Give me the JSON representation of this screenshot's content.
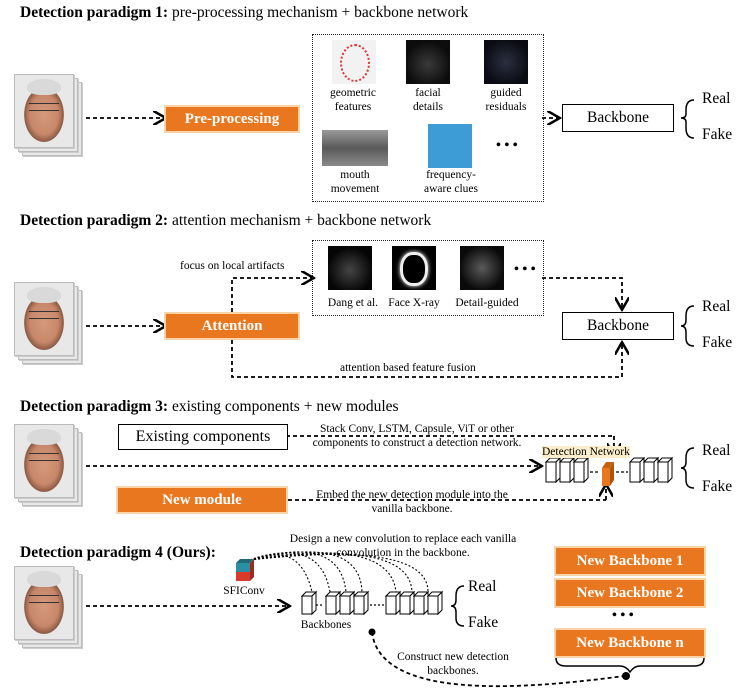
{
  "p1": {
    "title_bold": "Detection paradigm 1:",
    "title_rest": " pre-processing mechanism + backbone network",
    "preproc": "Pre-processing",
    "feat": {
      "geometric": [
        "geometric",
        "features"
      ],
      "facial": [
        "facial",
        "details"
      ],
      "guided": [
        "guided",
        "residuals"
      ],
      "mouth": [
        "mouth",
        "movement"
      ],
      "freq": [
        "frequency-",
        "aware clues"
      ],
      "more": "• • •"
    },
    "backbone": "Backbone",
    "real": "Real",
    "fake": "Fake"
  },
  "p2": {
    "title_bold": "Detection paradigm 2:",
    "title_rest": " attention mechanism + backbone network",
    "attention": "Attention",
    "focus": "focus on local artifacts",
    "dang": "Dang et al.",
    "xray": "Face X-ray",
    "detail": "Detail-guided",
    "more": "• • •",
    "fusion": "attention based feature fusion",
    "backbone": "Backbone",
    "real": "Real",
    "fake": "Fake"
  },
  "p3": {
    "title_bold": "Detection paradigm 3:",
    "title_rest": " existing components + new modules",
    "existing": "Existing components",
    "existing_note": [
      "Stack Conv, LSTM, Capsule, ViT or other",
      "components to construct a detection network."
    ],
    "detnet": "Detection Network",
    "newmodule": "New module",
    "embed_note": [
      "Embed the new detection module into the",
      "vanilla backbone."
    ],
    "real": "Real",
    "fake": "Fake"
  },
  "p4": {
    "title_bold": "Detection paradigm 4 (Ours):",
    "design_note": [
      "Design a new convolution to replace each vanilla",
      "convolution in the backbone."
    ],
    "sficonv": "SFIConv",
    "backbones": "Backbones",
    "real": "Real",
    "fake": "Fake",
    "construct_note": [
      "Construct new detection",
      "backbones."
    ],
    "nb1": "New Backbone 1",
    "nb2": "New Backbone 2",
    "dots": "• • •",
    "nbn": "New Backbone n"
  },
  "colors": {
    "orange": "#e9771f",
    "panel": "#fdeecb"
  }
}
